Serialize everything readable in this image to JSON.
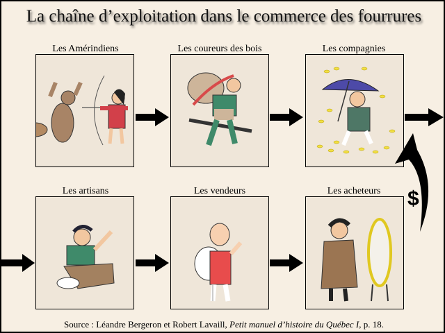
{
  "title": "La chaîne d’exploitation dans le commerce des fourrures",
  "top_row": [
    {
      "label": "Les Amérindiens",
      "illustration": "hunter-with-bow-and-beaver"
    },
    {
      "label": "Les coureurs des bois",
      "illustration": "woodsman-with-pack-and-rifle"
    },
    {
      "label": "Les compagnies",
      "illustration": "man-under-umbrella-raining-gold-coins"
    }
  ],
  "bottom_row": [
    {
      "label": "Les artisans",
      "illustration": "tailor-sewing-fur"
    },
    {
      "label": "Les vendeurs",
      "illustration": "shopkeeper-in-red-apron"
    },
    {
      "label": "Les acheteurs",
      "illustration": "buyer-in-fur-coat-at-mirror"
    }
  ],
  "money_symbol": "$",
  "source": {
    "prefix": "Source : Léandre Bergeron et Robert Lavaill, ",
    "book": "Petit manuel d’histoire du Québec I",
    "suffix": ", p. 18."
  },
  "colors": {
    "background": "#f7efe3",
    "box_fill": "#efe6d9",
    "arrow": "#000000"
  }
}
